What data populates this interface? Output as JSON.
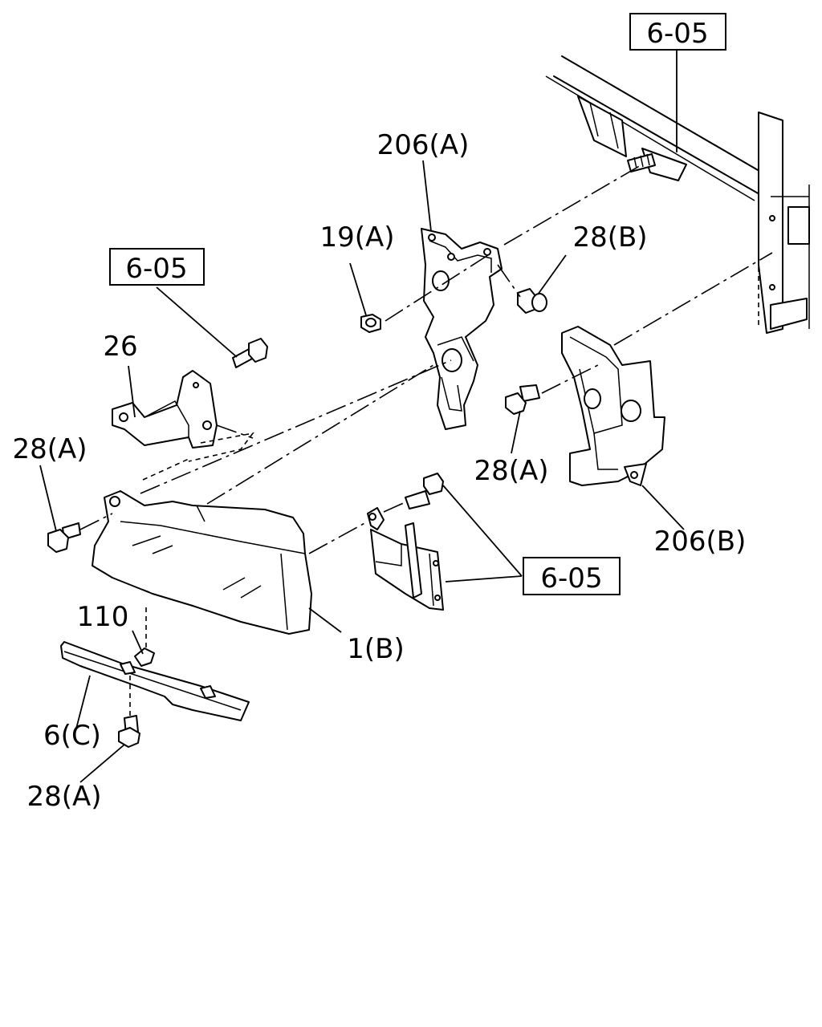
{
  "labels": {
    "ref_top_right": "6-05",
    "ref_left": "6-05",
    "ref_center": "6-05",
    "part_206A": "206(A)",
    "part_19A": "19(A)",
    "part_28B": "28(B)",
    "part_26": "26",
    "part_28A_left": "28(A)",
    "part_28A_right": "28(A)",
    "part_28A_bottom": "28(A)",
    "part_206B": "206(B)",
    "part_110": "110",
    "part_1B": "1(B)",
    "part_6C": "6(C)"
  }
}
